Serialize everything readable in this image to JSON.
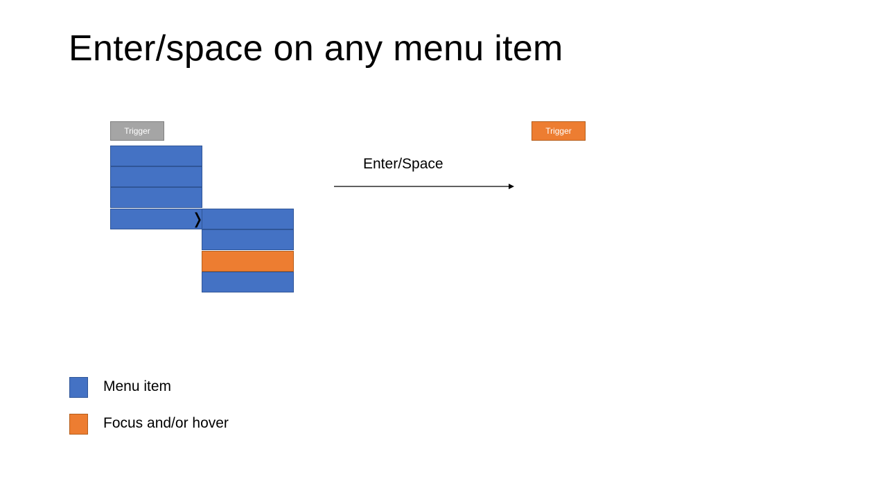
{
  "slide": {
    "title": "Enter/space on any menu item"
  },
  "colors": {
    "menu_item": "#4472c4",
    "focus": "#ed7d31",
    "trigger_inactive": "#a5a5a5"
  },
  "diagram": {
    "before": {
      "trigger_label": "Trigger",
      "submenu_indicator": "❭"
    },
    "transition": {
      "label": "Enter/Space"
    },
    "after": {
      "trigger_label": "Trigger"
    }
  },
  "legend": {
    "items": [
      {
        "label": "Menu item",
        "color": "#4472c4"
      },
      {
        "label": "Focus and/or hover",
        "color": "#ed7d31"
      }
    ]
  }
}
